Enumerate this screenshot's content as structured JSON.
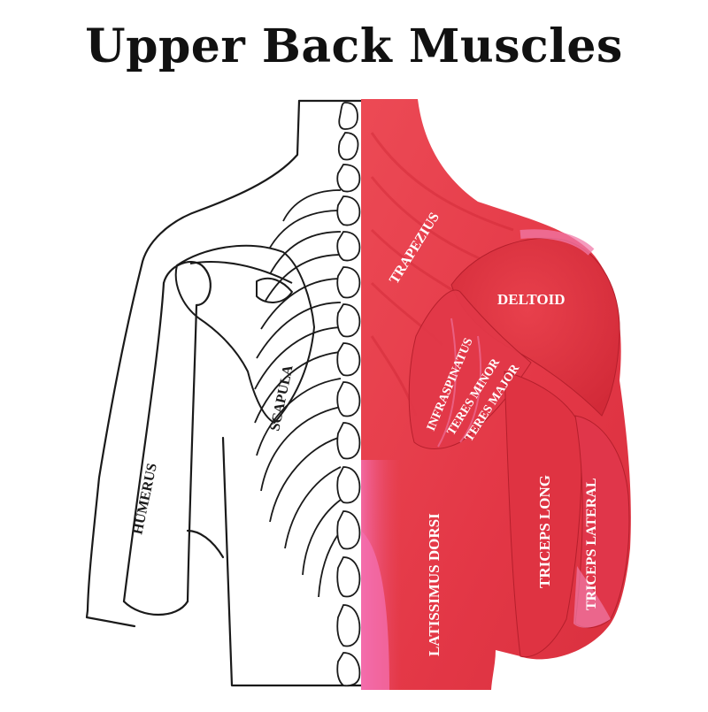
{
  "title": "Upper Back Muscles",
  "colors": {
    "muscle": "#e8384a",
    "muscle_dark": "#c8202e",
    "highlight": "#f07aa8",
    "outline": "#1a1a1a",
    "label": "#ffffff",
    "background": "#ffffff"
  },
  "labels": {
    "humerus": "HUMERUS",
    "scapula": "SCAPULA",
    "trapezius": "TRAPEZIUS",
    "deltoid": "DELTOID",
    "infraspinatus": "INFRASPINATUS",
    "teres_minor": "TERES MINOR",
    "teres_major": "TERES MAJOR",
    "latissimus_dorsi": "LATISSIMUS DORSI",
    "triceps_long": "TRICEPS LONG",
    "triceps_lateral": "TRICEPS LATERAL"
  }
}
